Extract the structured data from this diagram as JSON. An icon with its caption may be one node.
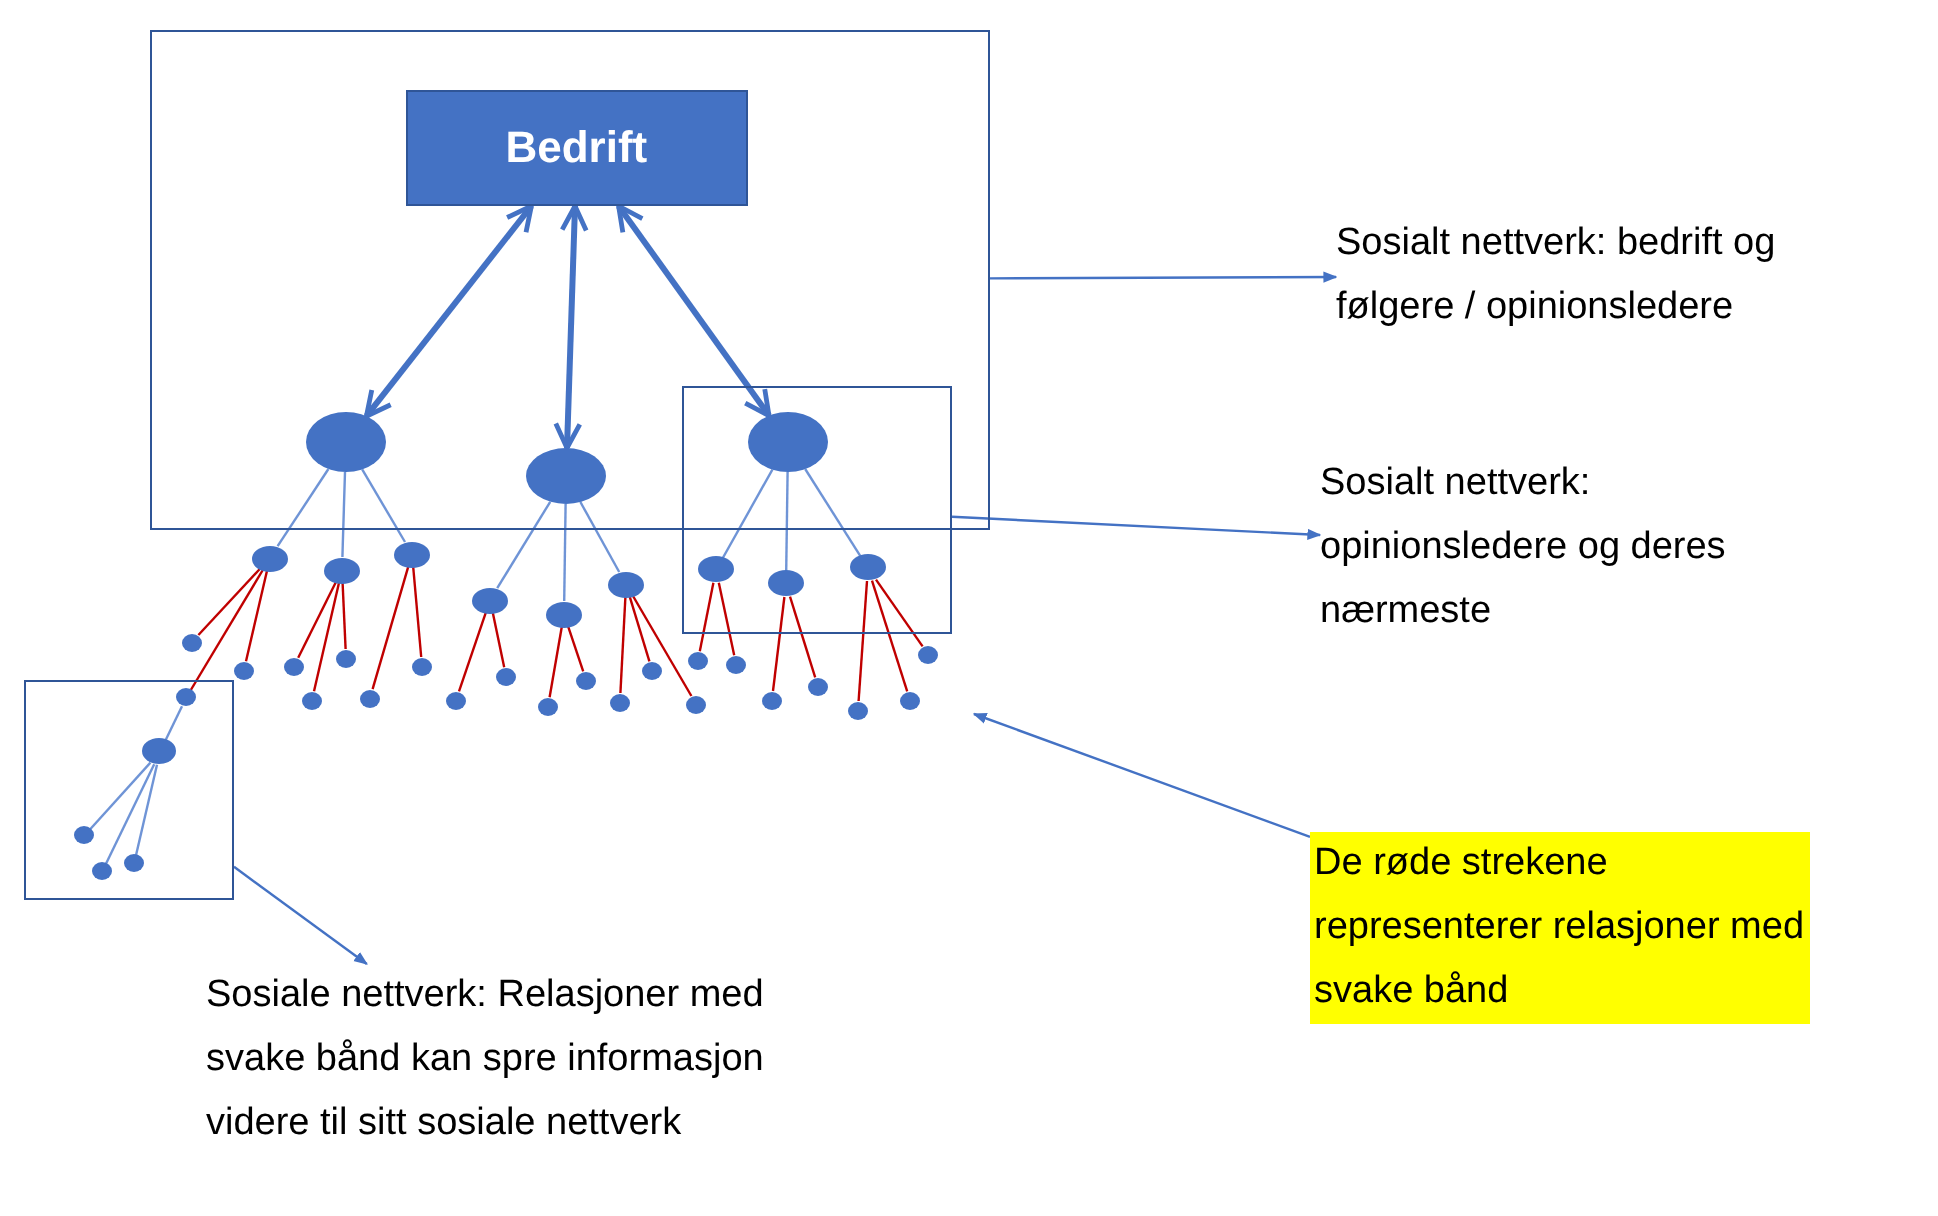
{
  "diagram": {
    "nodes": [
      {
        "text": [],
        "shape": "box"
      },
      {
        "text": [
          "Bedrift"
        ],
        "in": 0
      },
      {
        "text": [],
        "shape": "circle",
        "in": 0
      },
      {
        "text": [],
        "shape": "circle",
        "in": 0
      },
      {
        "text": [],
        "shape": "circle"
      },
      {
        "text": [],
        "shape": "box"
      },
      {
        "text": [
          "Sosialt nettverk: bedrift og følgere / opinionsledere"
        ]
      },
      {
        "text": [
          "Sosialt nettverk: opinionsledere og deres nærmeste"
        ]
      },
      {
        "text": [],
        "shape": "box"
      },
      {
        "text": [],
        "shape": "circle"
      },
      {
        "text": [],
        "shape": "circle"
      },
      {
        "text": [],
        "shape": "circle"
      },
      {
        "text": [],
        "shape": "circle"
      },
      {
        "text": [],
        "shape": "circle"
      },
      {
        "text": [],
        "shape": "circle"
      },
      {
        "text": [],
        "shape": "circle",
        "in": 5
      },
      {
        "text": [],
        "shape": "circle",
        "in": 5
      },
      {
        "text": [],
        "shape": "circle",
        "in": 5
      },
      {
        "text": [],
        "shape": "circle"
      },
      {
        "text": [],
        "shape": "circle"
      },
      {
        "text": [],
        "shape": "circle",
        "in": 8
      },
      {
        "text": [],
        "shape": "circle"
      },
      {
        "text": [],
        "shape": "circle"
      },
      {
        "text": [],
        "shape": "circle"
      },
      {
        "text": [],
        "shape": "circle"
      },
      {
        "text": [],
        "shape": "circle"
      },
      {
        "text": [],
        "shape": "circle"
      },
      {
        "text": [],
        "shape": "circle"
      },
      {
        "text": [],
        "shape": "circle"
      },
      {
        "text": [],
        "shape": "circle"
      },
      {
        "text": [],
        "shape": "circle"
      },
      {
        "text": [],
        "shape": "circle"
      },
      {
        "text": [],
        "shape": "circle"
      },
      {
        "text": [],
        "shape": "circle"
      },
      {
        "text": [],
        "shape": "circle"
      },
      {
        "text": [],
        "shape": "circle"
      },
      {
        "text": [],
        "shape": "circle"
      },
      {
        "text": [],
        "shape": "circle"
      },
      {
        "text": [],
        "shape": "circle"
      },
      {
        "text": [],
        "shape": "circle"
      },
      {
        "text": [],
        "shape": "circle",
        "in": 8
      },
      {
        "text": [],
        "shape": "circle",
        "in": 8
      },
      {
        "text": [],
        "shape": "circle",
        "in": 8
      },
      {
        "text": [],
        "shape": "circle",
        "in": 8
      },
      {
        "text": [
          "De røde strekene representerer relasjoner med svake bånd"
        ]
      },
      {
        "text": [
          "Sosiale nettverk: Relasjoner med svake bånd kan spre informasjon videre til sitt sosiale nettverk"
        ]
      }
    ],
    "edges": [
      {
        "from": 1,
        "to": 2,
        "arrow": "both",
        "style": "thick",
        "color": "#4472c4"
      },
      {
        "from": 1,
        "to": 3,
        "arrow": "both",
        "style": "thick",
        "color": "#4472c4"
      },
      {
        "from": 1,
        "to": 4,
        "arrow": "both",
        "style": "thick",
        "color": "#4472c4"
      },
      {
        "from": 2,
        "to": 9,
        "arrow": "none",
        "color": "#6f94d6"
      },
      {
        "from": 2,
        "to": 10,
        "arrow": "none",
        "color": "#6f94d6"
      },
      {
        "from": 2,
        "to": 11,
        "arrow": "none",
        "color": "#6f94d6"
      },
      {
        "from": 3,
        "to": 12,
        "arrow": "none",
        "color": "#6f94d6"
      },
      {
        "from": 3,
        "to": 13,
        "arrow": "none",
        "color": "#6f94d6"
      },
      {
        "from": 3,
        "to": 14,
        "arrow": "none",
        "color": "#6f94d6"
      },
      {
        "from": 4,
        "to": 15,
        "arrow": "none",
        "color": "#6f94d6"
      },
      {
        "from": 4,
        "to": 16,
        "arrow": "none",
        "color": "#6f94d6"
      },
      {
        "from": 4,
        "to": 17,
        "arrow": "none",
        "color": "#6f94d6"
      },
      {
        "from": 9,
        "to": 18,
        "arrow": "none",
        "color": "#c00000"
      },
      {
        "from": 9,
        "to": 19,
        "arrow": "none",
        "color": "#c00000"
      },
      {
        "from": 9,
        "to": 20,
        "arrow": "none",
        "color": "#c00000"
      },
      {
        "from": 10,
        "to": 21,
        "arrow": "none",
        "color": "#c00000"
      },
      {
        "from": 10,
        "to": 22,
        "arrow": "none",
        "color": "#c00000"
      },
      {
        "from": 10,
        "to": 23,
        "arrow": "none",
        "color": "#c00000"
      },
      {
        "from": 11,
        "to": 24,
        "arrow": "none",
        "color": "#c00000"
      },
      {
        "from": 11,
        "to": 25,
        "arrow": "none",
        "color": "#c00000"
      },
      {
        "from": 12,
        "to": 26,
        "arrow": "none",
        "color": "#c00000"
      },
      {
        "from": 12,
        "to": 27,
        "arrow": "none",
        "color": "#c00000"
      },
      {
        "from": 13,
        "to": 28,
        "arrow": "none",
        "color": "#c00000"
      },
      {
        "from": 13,
        "to": 29,
        "arrow": "none",
        "color": "#c00000"
      },
      {
        "from": 14,
        "to": 30,
        "arrow": "none",
        "color": "#c00000"
      },
      {
        "from": 14,
        "to": 31,
        "arrow": "none",
        "color": "#c00000"
      },
      {
        "from": 14,
        "to": 32,
        "arrow": "none",
        "color": "#c00000"
      },
      {
        "from": 15,
        "to": 33,
        "arrow": "none",
        "color": "#c00000"
      },
      {
        "from": 15,
        "to": 34,
        "arrow": "none",
        "color": "#c00000"
      },
      {
        "from": 16,
        "to": 35,
        "arrow": "none",
        "color": "#c00000"
      },
      {
        "from": 16,
        "to": 36,
        "arrow": "none",
        "color": "#c00000"
      },
      {
        "from": 17,
        "to": 37,
        "arrow": "none",
        "color": "#c00000"
      },
      {
        "from": 17,
        "to": 38,
        "arrow": "none",
        "color": "#c00000"
      },
      {
        "from": 17,
        "to": 39,
        "arrow": "none",
        "color": "#c00000"
      },
      {
        "from": 20,
        "to": 40,
        "arrow": "none",
        "color": "#6f94d6"
      },
      {
        "from": 40,
        "to": 41,
        "arrow": "none",
        "color": "#6f94d6"
      },
      {
        "from": 40,
        "to": 42,
        "arrow": "none",
        "color": "#6f94d6"
      },
      {
        "from": 40,
        "to": 43,
        "arrow": "none",
        "color": "#6f94d6"
      },
      {
        "from": 0,
        "to": 6,
        "arrow": "to",
        "color": "#4472c4"
      },
      {
        "from": 5,
        "to": 7,
        "arrow": "to",
        "color": "#4472c4"
      },
      {
        "from": 8,
        "to": 45,
        "arrow": "to",
        "color": "#4472c4"
      },
      {
        "from": 44,
        "to": null,
        "arrow": "to",
        "color": "#4472c4"
      }
    ]
  }
}
